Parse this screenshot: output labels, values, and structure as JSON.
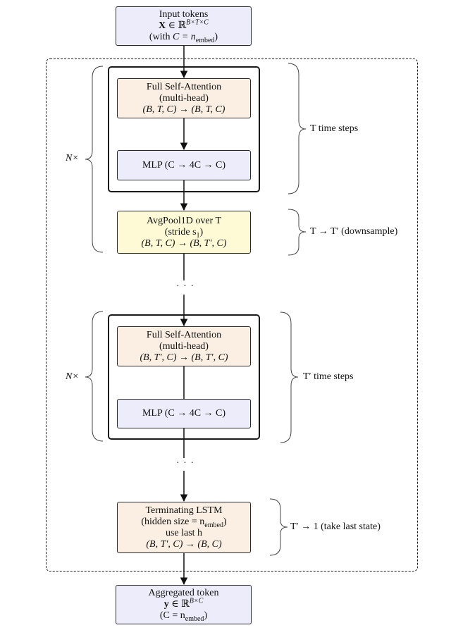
{
  "input_box": {
    "line1": "Input tokens",
    "line2_var": "X",
    "line2_rest": "∈ ℝ",
    "line2_sup": "B×T×C",
    "line3_pre": "(with ",
    "line3_var": "C",
    "line3_eq": " = n",
    "line3_sub": "embed",
    "line3_post": ")"
  },
  "stage1": {
    "repeat_label": "N×",
    "attention_title": "Full Self-Attention",
    "attention_subtitle": "(multi-head)",
    "attention_shape": "(B, T, C) → (B, T, C)",
    "mlp_label": "MLP (C → 4C → C)",
    "brace_label": "T time steps"
  },
  "pool": {
    "title": "AvgPool1D over T",
    "stride_pre": "(stride s",
    "stride_sub": "1",
    "stride_post": ")",
    "shape": "(B, T, C) → (B, T′, C)",
    "brace_label": "T → T′ (downsample)"
  },
  "ellipsis_1": "· · ·",
  "stage2": {
    "repeat_label": "N×",
    "attention_title": "Full Self-Attention",
    "attention_subtitle": "(multi-head)",
    "attention_shape": "(B, T′, C) → (B, T′, C)",
    "mlp_label": "MLP (C → 4C → C)",
    "brace_label": "T′ time steps"
  },
  "ellipsis_2": "· · ·",
  "lstm": {
    "title": "Terminating LSTM",
    "hidden_pre": "(hidden size = n",
    "hidden_sub": "embed",
    "hidden_post": ")",
    "use_last": "use last h",
    "shape": "(B, T′, C) → (B, C)",
    "brace_label": "T′ → 1 (take last state)"
  },
  "output_box": {
    "line1": "Aggregated token",
    "line2_var": "y",
    "line2_rest": "∈ ℝ",
    "line2_sup": "B×C",
    "line3_pre": "(C = n",
    "line3_sub": "embed",
    "line3_post": ")"
  },
  "colors": {
    "blue_fill": "#ececfb",
    "peach_fill": "#fbeee2",
    "yellow_fill": "#fdfad5",
    "stroke": "#222222"
  }
}
